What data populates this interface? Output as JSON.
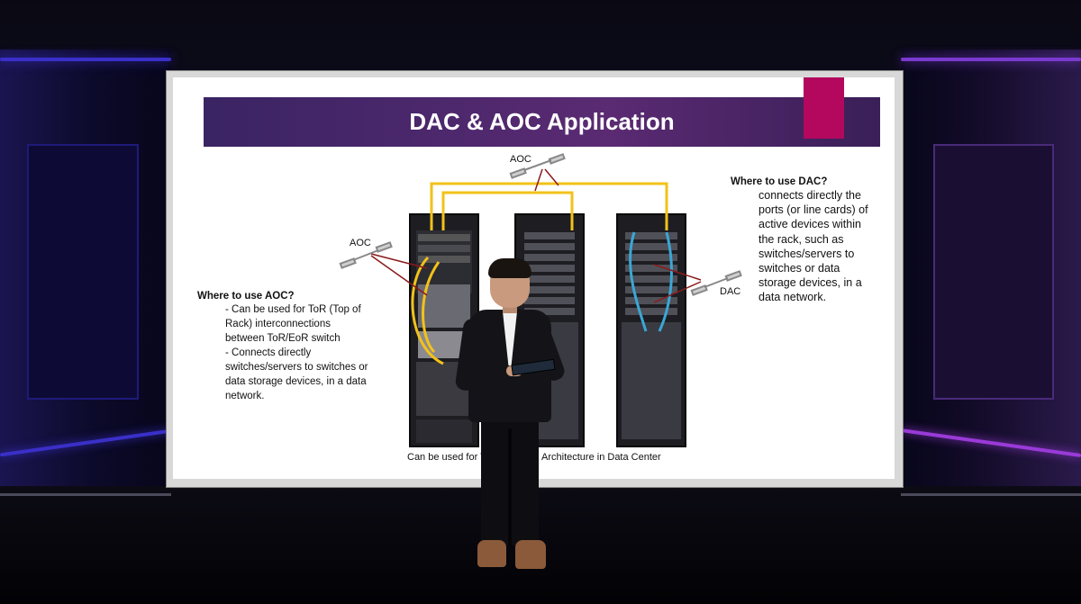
{
  "slide": {
    "title": "DAC & AOC Application",
    "aoc_heading": "Where to use AOC?",
    "aoc_lines": [
      "- Can be used for ToR (Top of",
      "Rack) interconnections",
      "between ToR/EoR switch",
      "- Connects directly",
      "switches/servers to switches or",
      "data storage devices, in a data",
      "network."
    ],
    "dac_heading": "Where to use DAC?",
    "dac_lines": [
      "connects directly the",
      "ports (or line cards) of",
      "active devices within",
      "the rack, such as",
      "switches/servers to",
      "switches or data",
      "storage devices, in a",
      "data network."
    ],
    "label_aoc_top": "AOC",
    "label_aoc_left": "AOC",
    "label_dac": "DAC",
    "caption": "Can be used for ToR and EoR Architecture in Data Center"
  },
  "colors": {
    "title_bar": "#4a2670",
    "accent": "#b3085e",
    "aoc_cable": "#f2c21a",
    "dac_cable": "#3aa7d6",
    "arrow": "#8b1a1a"
  }
}
